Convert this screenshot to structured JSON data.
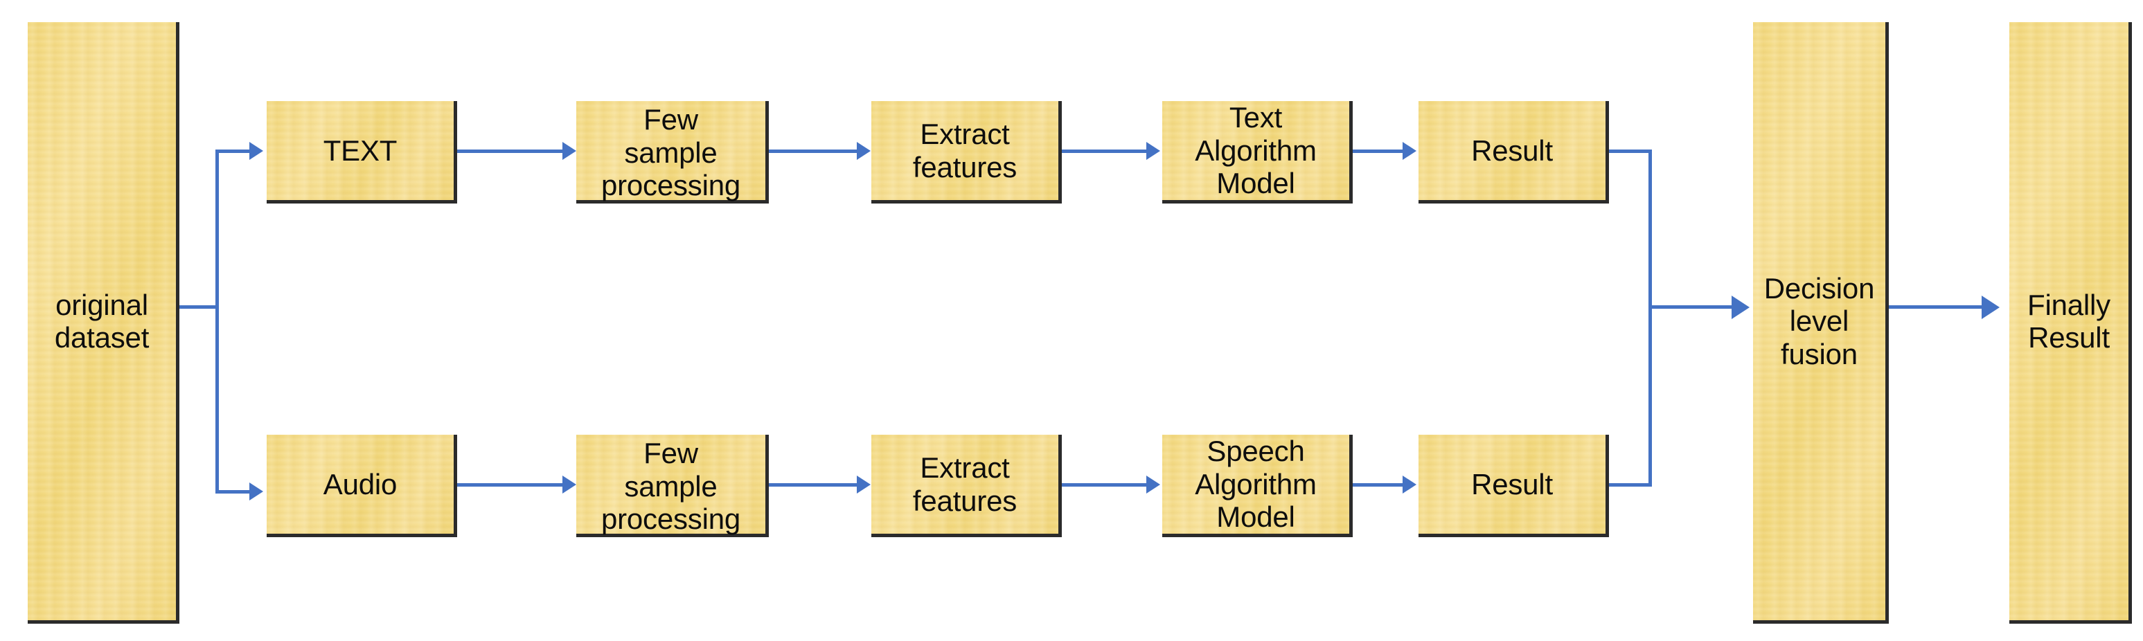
{
  "diagram": {
    "title": "Decision level fusion pipeline for text and speech",
    "colors": {
      "node_fill": "#F6DF8E",
      "node_border": "#2b2b2b",
      "connector": "#4472C4",
      "background": "#FFFFFF",
      "text": "#0D0D0D"
    },
    "nodes": {
      "original_dataset": "original\ndataset",
      "text_modality": "TEXT",
      "audio_modality": "Audio",
      "few_sample_processing_text": "Few\nsample\nprocessing",
      "few_sample_processing_audio": "Few\nsample\nprocessing",
      "extract_features_text": "Extract\nfeatures",
      "extract_features_audio": "Extract\nfeatures",
      "text_algorithm_model": "Text\nAlgorithm\nModel",
      "speech_algorithm_model": "Speech\nAlgorithm\nModel",
      "result_text": "Result",
      "result_audio": "Result",
      "decision_level_fusion": "Decision\nlevel\nfusion",
      "finally_result": "Finally\nResult"
    },
    "branches": {
      "text_branch_label": "TEXT",
      "audio_branch_label": "Audio"
    },
    "flow": [
      "original dataset",
      "TEXT / Audio",
      "Few sample processing",
      "Extract features",
      "Text Algorithm Model / Speech Algorithm Model",
      "Result",
      "Decision level fusion",
      "Finally Result"
    ]
  }
}
